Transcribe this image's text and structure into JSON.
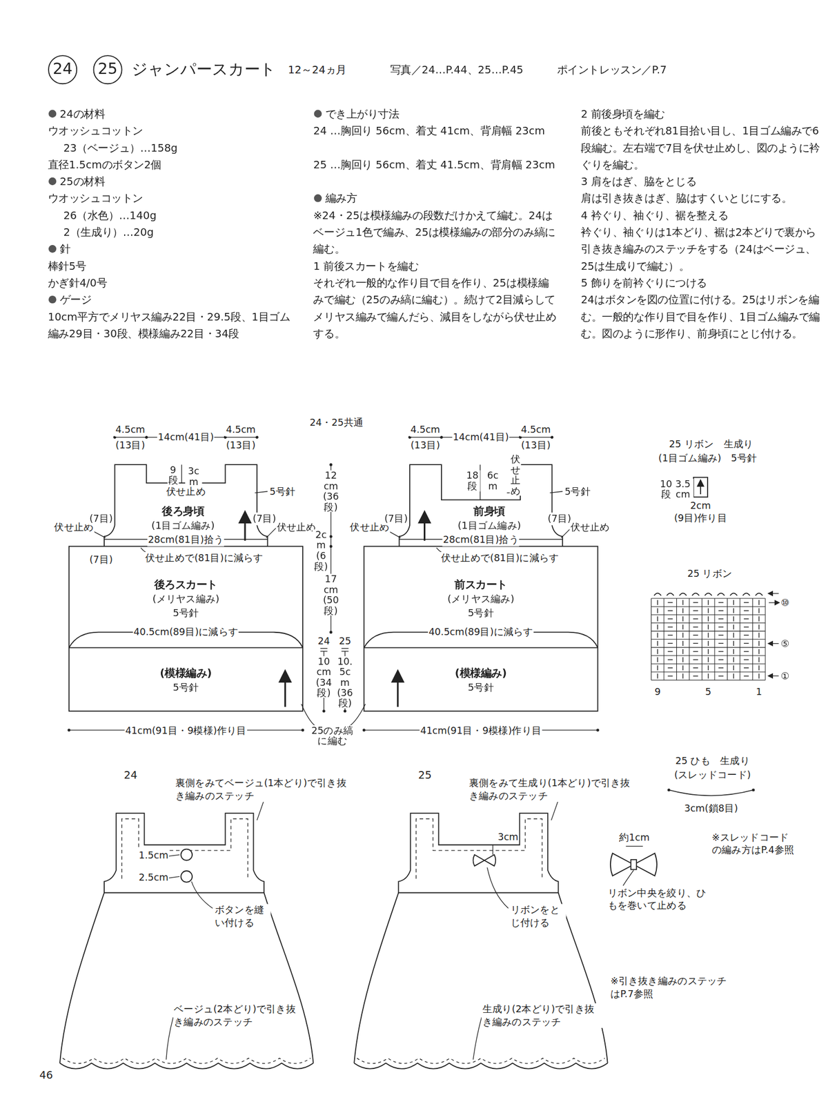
{
  "diagram": {
    "title": "ジャンパースカート",
    "nodes": [
      {
        "text": [
          "後ろ身頃",
          "(1目ゴム編み)"
        ]
      },
      {
        "text": [
          "後ろスカート",
          "(メリヤス編み)",
          "5号針"
        ]
      },
      {
        "text": [
          "(模様編み)",
          "5号針"
        ]
      },
      {
        "text": [
          "前身頃",
          "(1目ゴム編み)"
        ]
      },
      {
        "text": [
          "前スカート",
          "(メリヤス編み)",
          "5号針"
        ]
      },
      {
        "text": [
          "(模様編み)",
          "5号針"
        ]
      }
    ],
    "labels": [
      "24",
      "25",
      "12～24ヵ月",
      "写真／24…P.44、25…P.45",
      "ポイントレッスン／P.7",
      "24の材料",
      "ウオッシュコットン",
      "23（ベージュ）…158g",
      "直径1.5cmのボタン2個",
      "25の材料",
      "ウオッシュコットン",
      "26（水色）…140g",
      "2（生成り）…20g",
      "針",
      "棒針5号",
      "かぎ針4/0号",
      "ゲージ",
      "10cm平方でメリヤス編み22目・29.5段、1目ゴム編み29目・30段、模様編み22目・34段",
      "でき上がり寸法",
      "24 …胸回り 56cm、着丈 41cm、背肩幅 23cm",
      "25 …胸回り 56cm、着丈 41.5cm、背肩幅 23cm",
      "編み方",
      "※24・25は模様編みの段数だけかえて編む。24はベージュ1色で編み、25は模様編みの部分のみ縞に編む。",
      "1 前後スカートを編む",
      "それぞれ一般的な作り目で目を作り、25は模様編みで編む（25のみ縞に編む）。続けて2目減らしてメリヤス編みで編んだら、減目をしながら伏せ止めする。",
      "2 前後身頃を編む",
      "前後ともそれぞれ81目拾い目し、1目ゴム編みで6段編む。左右端で7目を伏せ止めし、図のように衿ぐりを編む。",
      "3 肩をはぎ、脇をとじる",
      "肩は引き抜きはぎ、脇はすくいとじにする。",
      "4 衿ぐり、袖ぐり、裾を整える",
      "衿ぐり、袖ぐりは1本どり、裾は2本どりで裏から引き抜き編みのステッチをする（24はベージュ、25は生成りで編む）。",
      "5 飾りを前衿ぐりにつける",
      "24はボタンを図の位置に付ける。25はリボンを編む。一般的な作り目で目を作り、1目ゴム編みで編む。図のように形作り、前身頃にとじ付ける。",
      "24・25共通",
      "4.5cm",
      "(13目)",
      "14cm(41目)",
      "4.5cm",
      "(13目)",
      "9段",
      "3cm",
      "伏せ止め",
      "5号針",
      "伏せ止め",
      "(7目)",
      "(7目)",
      "伏せ止め",
      "28cm(81目)拾う",
      "(7目)",
      "伏せ止めで(81目)に減らす",
      "40.5cm(89目)に減らす",
      "41cm(91目・9模様)作り目",
      "12cm(36段)",
      "2cm(6段)",
      "17cm(50段)",
      "24",
      "25",
      "10cm(34段)",
      "10.5cm(36段)",
      "25のみ縞に編む",
      "4.5cm",
      "(13目)",
      "14cm(41目)",
      "4.5cm",
      "(13目)",
      "18段",
      "6cm",
      "伏せ止め",
      "5号針",
      "伏せ止め",
      "(7目)",
      "(7目)",
      "伏せ止め",
      "28cm(81目)拾う",
      "伏せ止めで(81目)に減らす",
      "40.5cm(89目)に減らす",
      "41cm(91目・9模様)作り目",
      "25 リボン　生成り",
      "(1目ゴム編み)　5号針",
      "10段",
      "3.5cm",
      "2cm",
      "(9目)作り目",
      "25 リボン",
      "⑩",
      "⑤",
      "①",
      "9",
      "5",
      "1",
      "25 ひも　生成り",
      "(スレッドコード)",
      "3cm(鎖8目)",
      "約1cm",
      "リボン中央を絞り、ひもを巻いて止める",
      "※スレッドコードの編み方はP.4参照",
      "※引き抜き編みのステッチはP.7参照",
      "24",
      "裏側をみてベージュ(1本どり)で引き抜き編みのステッチ",
      "1.5cm",
      "2.5cm",
      "ボタンを縫い付ける",
      "ベージュ(2本どり)で引き抜き編みのステッチ",
      "25",
      "裏側をみて生成り(1本どり)で引き抜き編みのステッチ",
      "3cm",
      "リボンをとじ付ける",
      "生成り(2本どり)で引き抜き編みのステッチ",
      "46"
    ]
  }
}
